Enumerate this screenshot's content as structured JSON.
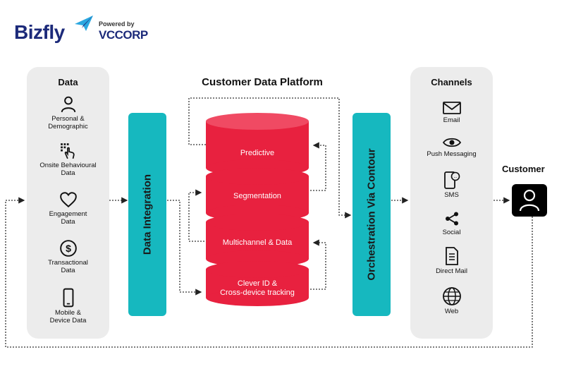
{
  "brand": {
    "logo_text": "Bizfly",
    "powered_by": "Powered by",
    "partner": "VCCORP"
  },
  "cdp_title": "Customer Data Platform",
  "data_panel": {
    "title": "Data",
    "items": [
      {
        "icon": "person-icon",
        "label_line1": "Personal &",
        "label_line2": "Demographic"
      },
      {
        "icon": "touch-click-icon",
        "label_line1": "Onsite Behavioural",
        "label_line2": "Data"
      },
      {
        "icon": "heart-icon",
        "label_line1": "Engagement",
        "label_line2": "Data"
      },
      {
        "icon": "dollar-icon",
        "label_line1": "Transactional",
        "label_line2": "Data"
      },
      {
        "icon": "mobile-icon",
        "label_line1": "Mobile &",
        "label_line2": "Device Data"
      }
    ]
  },
  "data_integration_label": "Data Integration",
  "orchestration_label": "Orchestration Via Contour",
  "cdp_layers": [
    {
      "line1": "Predictive",
      "line2": ""
    },
    {
      "line1": "Segmentation",
      "line2": ""
    },
    {
      "line1": "Multichannel & Data",
      "line2": ""
    },
    {
      "line1": "Clever ID &",
      "line2": "Cross-device tracking"
    }
  ],
  "channels_panel": {
    "title": "Channels",
    "items": [
      {
        "icon": "mail-icon",
        "label": "Email"
      },
      {
        "icon": "eye-icon",
        "label": "Push Messaging"
      },
      {
        "icon": "sms-phone-icon",
        "label": "SMS"
      },
      {
        "icon": "share-icon",
        "label": "Social"
      },
      {
        "icon": "document-icon",
        "label": "Direct Mail"
      },
      {
        "icon": "globe-icon",
        "label": "Web"
      }
    ]
  },
  "customer": {
    "label": "Customer",
    "icon": "user-icon"
  },
  "colors": {
    "brand_blue": "#1c2a7a",
    "accent_blue": "#2aa7e0",
    "teal": "#16b8bf",
    "red": "#e8213f",
    "panel_gray": "#ececec"
  }
}
